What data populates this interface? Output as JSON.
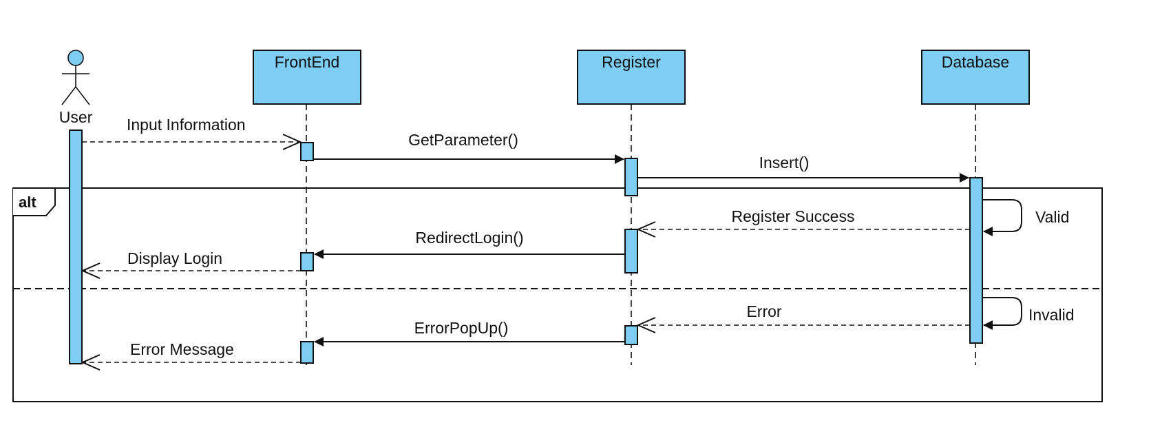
{
  "participants": {
    "user": "User",
    "frontend": "FrontEnd",
    "register": "Register",
    "database": "Database"
  },
  "fragment": {
    "operator": "alt"
  },
  "messages": {
    "input_information": "Input Information",
    "get_parameter": "GetParameter()",
    "insert": "Insert()",
    "valid": "Valid",
    "register_success": "Register Success",
    "redirect_login": "RedirectLogin()",
    "display_login": "Display Login",
    "invalid": "Invalid",
    "error": "Error",
    "error_popup": "ErrorPopUp()",
    "error_message": "Error Message"
  },
  "colors": {
    "participant_fill": "#7ecef4",
    "stroke": "#111111"
  }
}
